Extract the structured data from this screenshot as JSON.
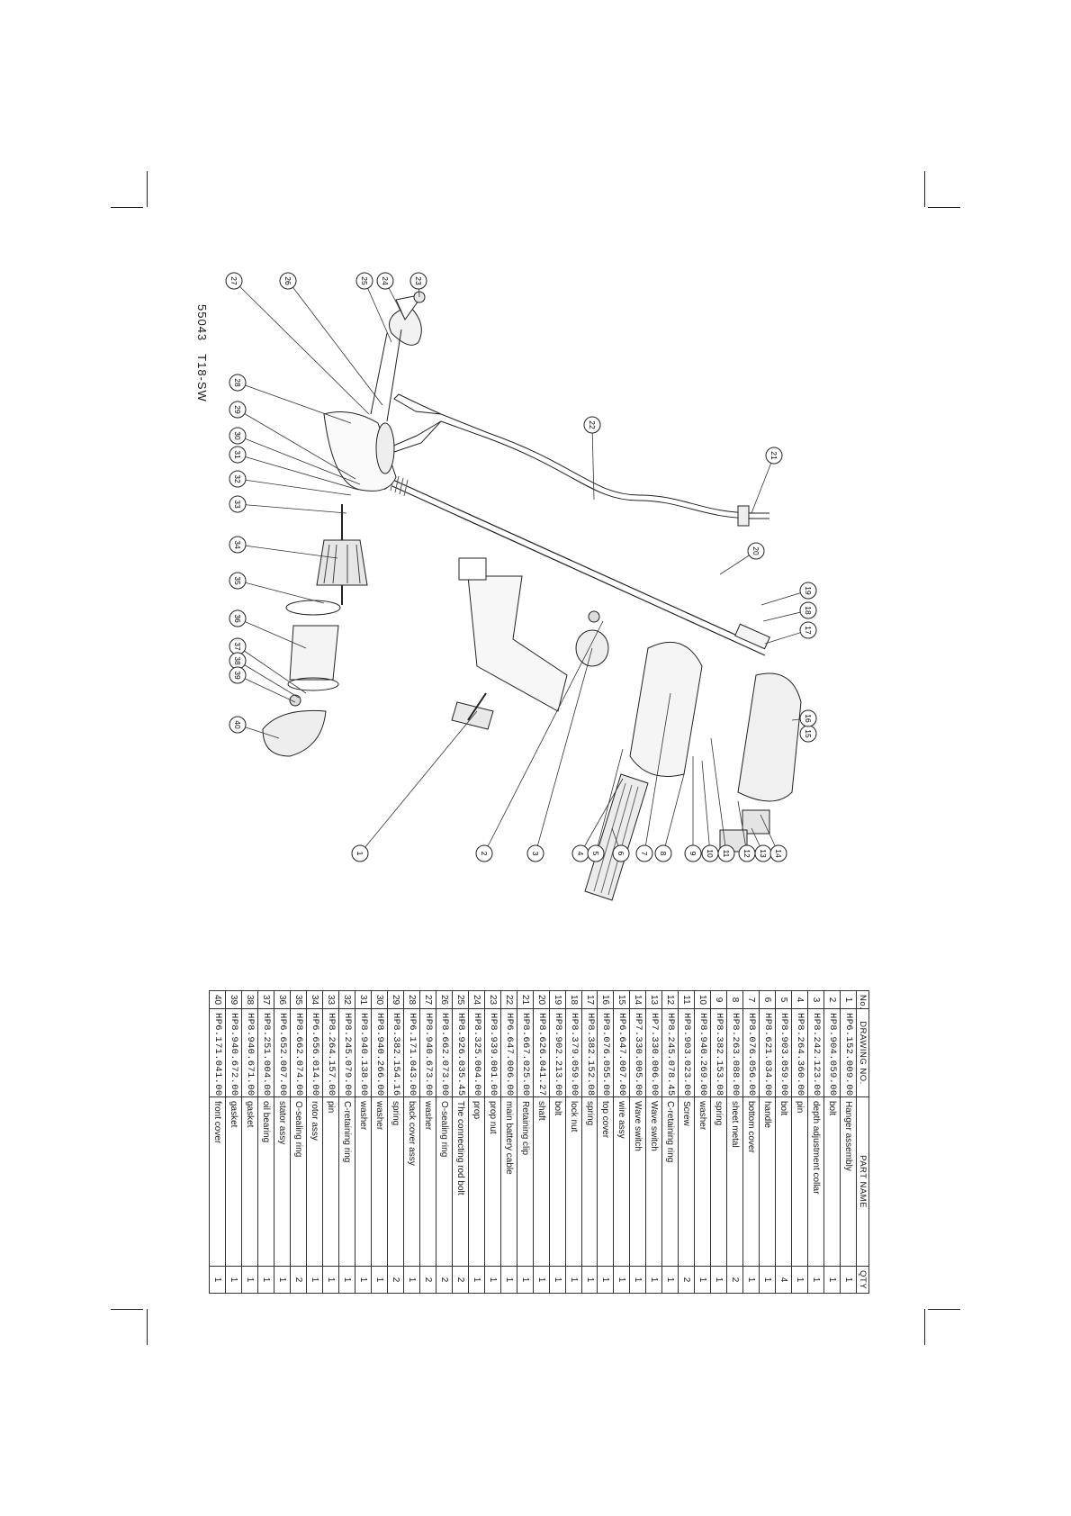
{
  "model": {
    "code": "55043",
    "name": "T18-SW"
  },
  "table": {
    "headers": {
      "no": "No.",
      "drawing_no": "DRAWING NO.",
      "part_name": "PART NAME",
      "qty": "QTY"
    },
    "rows": [
      {
        "no": "1",
        "code": "HP6.152.009.00",
        "name": "Hanger assembly",
        "qty": "1"
      },
      {
        "no": "2",
        "code": "HP8.904.059.00",
        "name": "bolt",
        "qty": "1"
      },
      {
        "no": "3",
        "code": "HP8.242.123.00",
        "name": "depth adjustment collar",
        "qty": "1"
      },
      {
        "no": "4",
        "code": "HP8.264.360.00",
        "name": "pin",
        "qty": "1"
      },
      {
        "no": "5",
        "code": "HP8.903.059.00",
        "name": "bolt",
        "qty": "4"
      },
      {
        "no": "6",
        "code": "HP8.621.034.00",
        "name": "handle",
        "qty": "1"
      },
      {
        "no": "7",
        "code": "HP8.076.056.00",
        "name": "bottom cover",
        "qty": "1"
      },
      {
        "no": "8",
        "code": "HP8.263.088.00",
        "name": "sheet metal",
        "qty": "2"
      },
      {
        "no": "9",
        "code": "HP8.382.153.08",
        "name": "spring",
        "qty": "1"
      },
      {
        "no": "10",
        "code": "HP8.940.269.00",
        "name": "washer",
        "qty": "1"
      },
      {
        "no": "11",
        "code": "HP8.903.023.00",
        "name": "Screw",
        "qty": "2"
      },
      {
        "no": "12",
        "code": "HP8.245.078.45",
        "name": "C-retaining ring",
        "qty": "1"
      },
      {
        "no": "13",
        "code": "HP7.330.006.00",
        "name": "Wave switch",
        "qty": "1"
      },
      {
        "no": "14",
        "code": "HP7.330.005.00",
        "name": "Wave switch",
        "qty": "1"
      },
      {
        "no": "15",
        "code": "HP6.647.007.00",
        "name": "wire assy",
        "qty": "1"
      },
      {
        "no": "16",
        "code": "HP8.076.055.00",
        "name": "top cover",
        "qty": "1"
      },
      {
        "no": "17",
        "code": "HP8.382.152.08",
        "name": "spring",
        "qty": "1"
      },
      {
        "no": "18",
        "code": "HP8.379.059.00",
        "name": "lock nut",
        "qty": "1"
      },
      {
        "no": "19",
        "code": "HP8.902.213.00",
        "name": "bolt",
        "qty": "1"
      },
      {
        "no": "20",
        "code": "HP8.626.041.27",
        "name": "shaft",
        "qty": "1"
      },
      {
        "no": "21",
        "code": "HP8.667.025.00",
        "name": "Retaining clip",
        "qty": "1"
      },
      {
        "no": "22",
        "code": "HP6.647.006.00",
        "name": "main battery cable",
        "qty": "1"
      },
      {
        "no": "23",
        "code": "HP8.939.001.00",
        "name": "prop nut",
        "qty": "1"
      },
      {
        "no": "24",
        "code": "HP8.325.004.00",
        "name": "prop",
        "qty": "1"
      },
      {
        "no": "25",
        "code": "HP8.926.035.45",
        "name": "The connecting rod bolt",
        "qty": "2"
      },
      {
        "no": "26",
        "code": "HP8.662.073.00",
        "name": "O-sealing ring",
        "qty": "2"
      },
      {
        "no": "27",
        "code": "HP8.940.673.00",
        "name": "washer",
        "qty": "2"
      },
      {
        "no": "28",
        "code": "HP6.171.043.00",
        "name": "back cover assy",
        "qty": "1"
      },
      {
        "no": "29",
        "code": "HP8.382.154.16",
        "name": "spring",
        "qty": "2"
      },
      {
        "no": "30",
        "code": "HP8.940.266.00",
        "name": "washer",
        "qty": "1"
      },
      {
        "no": "31",
        "code": "HP8.940.138.00",
        "name": "washer",
        "qty": "1"
      },
      {
        "no": "32",
        "code": "HP8.245.079.00",
        "name": "C-retaining ring",
        "qty": "1"
      },
      {
        "no": "33",
        "code": "HP8.264.157.00",
        "name": "pin",
        "qty": "1"
      },
      {
        "no": "34",
        "code": "HP6.656.014.00",
        "name": "rotor assy",
        "qty": "1"
      },
      {
        "no": "35",
        "code": "HP8.662.074.00",
        "name": "O-sealing ring",
        "qty": "2"
      },
      {
        "no": "36",
        "code": "HP6.652.007.00",
        "name": "stator assy",
        "qty": "1"
      },
      {
        "no": "37",
        "code": "HP8.251.004.00",
        "name": "oil bearing",
        "qty": "1"
      },
      {
        "no": "38",
        "code": "HP8.940.671.00",
        "name": "gasket",
        "qty": "1"
      },
      {
        "no": "39",
        "code": "HP8.940.672.00",
        "name": "gasket",
        "qty": "1"
      },
      {
        "no": "40",
        "code": "HP6.171.041.00",
        "name": "front cover",
        "qty": "1"
      }
    ]
  },
  "callouts": [
    "1",
    "2",
    "3",
    "4",
    "5",
    "6",
    "7",
    "8",
    "9",
    "10",
    "11",
    "12",
    "13",
    "14",
    "15",
    "16",
    "17",
    "18",
    "19",
    "20",
    "21",
    "22",
    "23",
    "24",
    "25",
    "26",
    "27",
    "28",
    "29",
    "30",
    "31",
    "32",
    "33",
    "34",
    "35",
    "36",
    "37",
    "38",
    "39",
    "40"
  ]
}
